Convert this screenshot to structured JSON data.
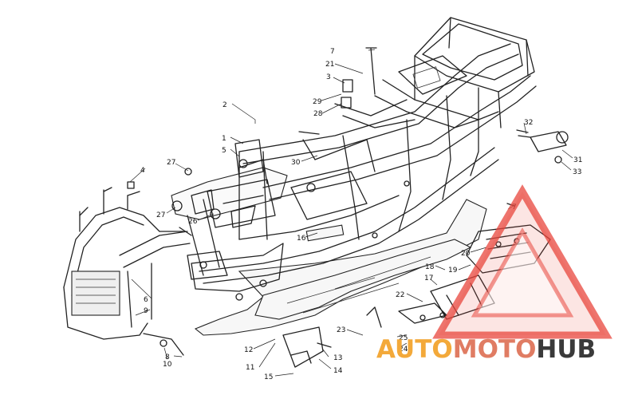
{
  "diagram": {
    "callouts": [
      {
        "n": "1"
      },
      {
        "n": "2"
      },
      {
        "n": "3"
      },
      {
        "n": "4"
      },
      {
        "n": "5"
      },
      {
        "n": "6"
      },
      {
        "n": "7"
      },
      {
        "n": "7"
      },
      {
        "n": "8"
      },
      {
        "n": "9"
      },
      {
        "n": "10"
      },
      {
        "n": "11"
      },
      {
        "n": "12"
      },
      {
        "n": "13"
      },
      {
        "n": "14"
      },
      {
        "n": "15"
      },
      {
        "n": "16"
      },
      {
        "n": "17"
      },
      {
        "n": "18"
      },
      {
        "n": "19"
      },
      {
        "n": "20"
      },
      {
        "n": "21"
      },
      {
        "n": "22"
      },
      {
        "n": "23"
      },
      {
        "n": "24"
      },
      {
        "n": "25"
      },
      {
        "n": "26"
      },
      {
        "n": "27"
      },
      {
        "n": "27"
      },
      {
        "n": "28"
      },
      {
        "n": "29"
      },
      {
        "n": "30"
      },
      {
        "n": "31"
      },
      {
        "n": "32"
      },
      {
        "n": "33"
      }
    ]
  },
  "watermark": {
    "part1": "AUTO",
    "part2": "MOTO",
    "part3": "HUB",
    "colors": {
      "auto": "#f3a93a",
      "moto": "#e07c63",
      "hub": "#3a3a3a",
      "triangle": "#e8453c"
    }
  }
}
